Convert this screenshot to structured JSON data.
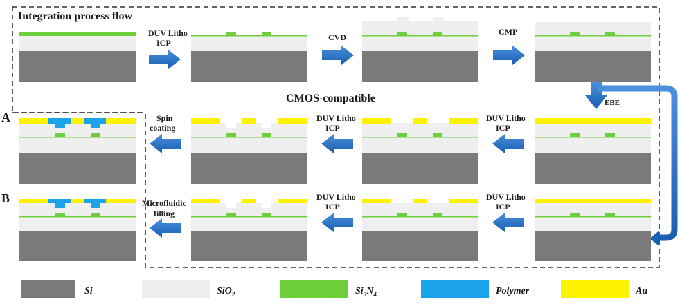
{
  "title": "Integration process flow",
  "center_label": "CMOS-compatible",
  "row_labels": {
    "a": "A",
    "b": "B"
  },
  "steps": {
    "duv_litho": "DUV Litho",
    "icp": "ICP",
    "cvd": "CVD",
    "cmp": "CMP",
    "ebe": "EBE",
    "spin": "Spin",
    "coating": "coating",
    "microfluidic": "Microfluidic",
    "filling": "filling"
  },
  "legend": [
    {
      "label": "Si",
      "color": "#7a7a7a"
    },
    {
      "label": "SiO",
      "sub": "2",
      "color": "#efefef"
    },
    {
      "label": "Si",
      "sub": "3",
      "label2": "N",
      "sub2": "4",
      "color": "#6fcf3a"
    },
    {
      "label": "Polymer",
      "color": "#1aa3e8"
    },
    {
      "label": "Au",
      "color": "#fff200"
    }
  ],
  "colors": {
    "si": "#7a7a7a",
    "sio2": "#efefef",
    "sin": "#6fcf3a",
    "polymer": "#1aa3e8",
    "au": "#fff200",
    "arrow": "#1f6fc5"
  }
}
